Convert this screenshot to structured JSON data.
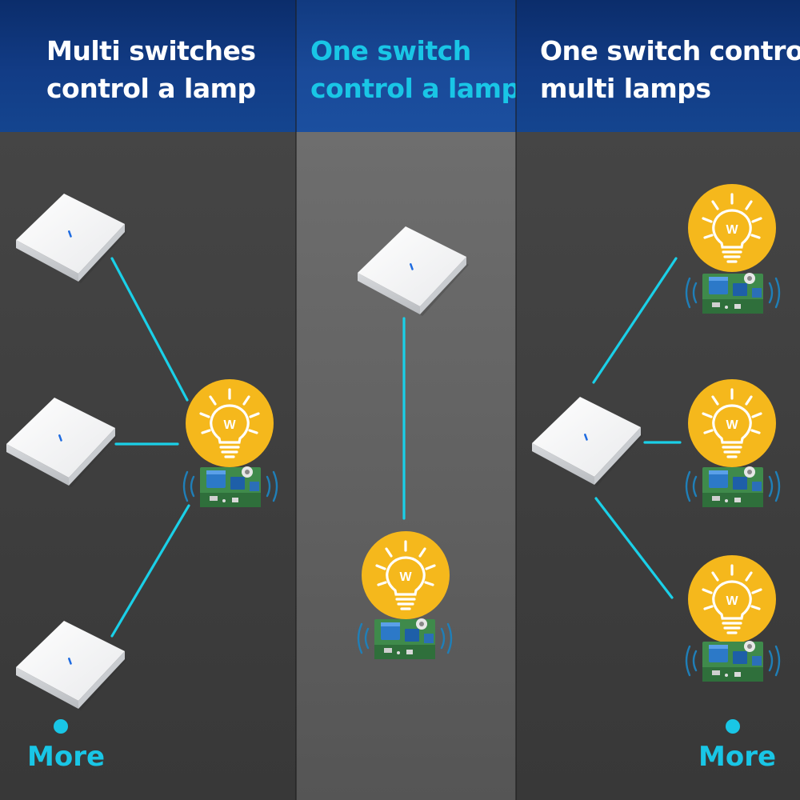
{
  "panels": {
    "left": {
      "title_line1": "Multi switches",
      "title_line2": "control a lamp",
      "more_label": "More"
    },
    "middle": {
      "title_line1": "One switch",
      "title_line2": "control a lamp"
    },
    "right": {
      "title_line1": "One switch control",
      "title_line2": "multi lamps",
      "more_label": "More"
    }
  },
  "bulb_letter": "W",
  "colors": {
    "accent_cyan": "#19c6e6",
    "bulb_yellow": "#f5b81c",
    "header_blue": "#123c86",
    "switch_indicator": "#1e6be0"
  },
  "icons": [
    "wall-switch-icon",
    "light-bulb-icon",
    "relay-module-icon",
    "wireless-signal-icon"
  ]
}
